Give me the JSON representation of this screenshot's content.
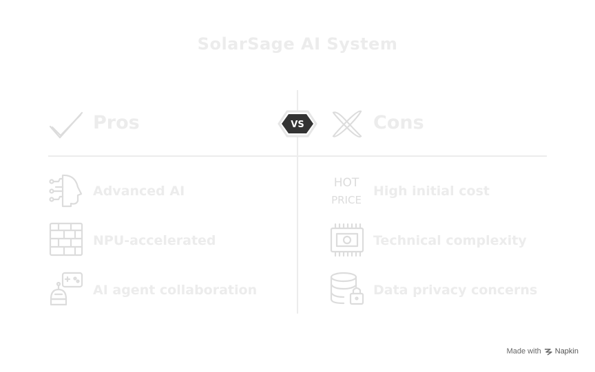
{
  "title": "SolarSage AI System",
  "vs_label": "VS",
  "pros": {
    "heading": "Pros",
    "items": [
      {
        "label": "Advanced AI",
        "icon": "ai-head-icon"
      },
      {
        "label": "NPU-accelerated",
        "icon": "chip-grid-icon"
      },
      {
        "label": "AI agent collaboration",
        "icon": "agent-robot-icon"
      }
    ]
  },
  "cons": {
    "heading": "Cons",
    "items": [
      {
        "label": "High initial cost",
        "icon": "hot-price-icon",
        "icon_text_top": "HOT",
        "icon_text_bottom": "PRICE"
      },
      {
        "label": "Technical complexity",
        "icon": "circuit-board-icon"
      },
      {
        "label": "Data privacy concerns",
        "icon": "database-lock-icon"
      }
    ]
  },
  "footer": {
    "made_with": "Made with",
    "brand": "Napkin"
  },
  "colors": {
    "faint": "#ececec",
    "icon_stroke": "#dcdcdc",
    "badge": "#333333"
  }
}
